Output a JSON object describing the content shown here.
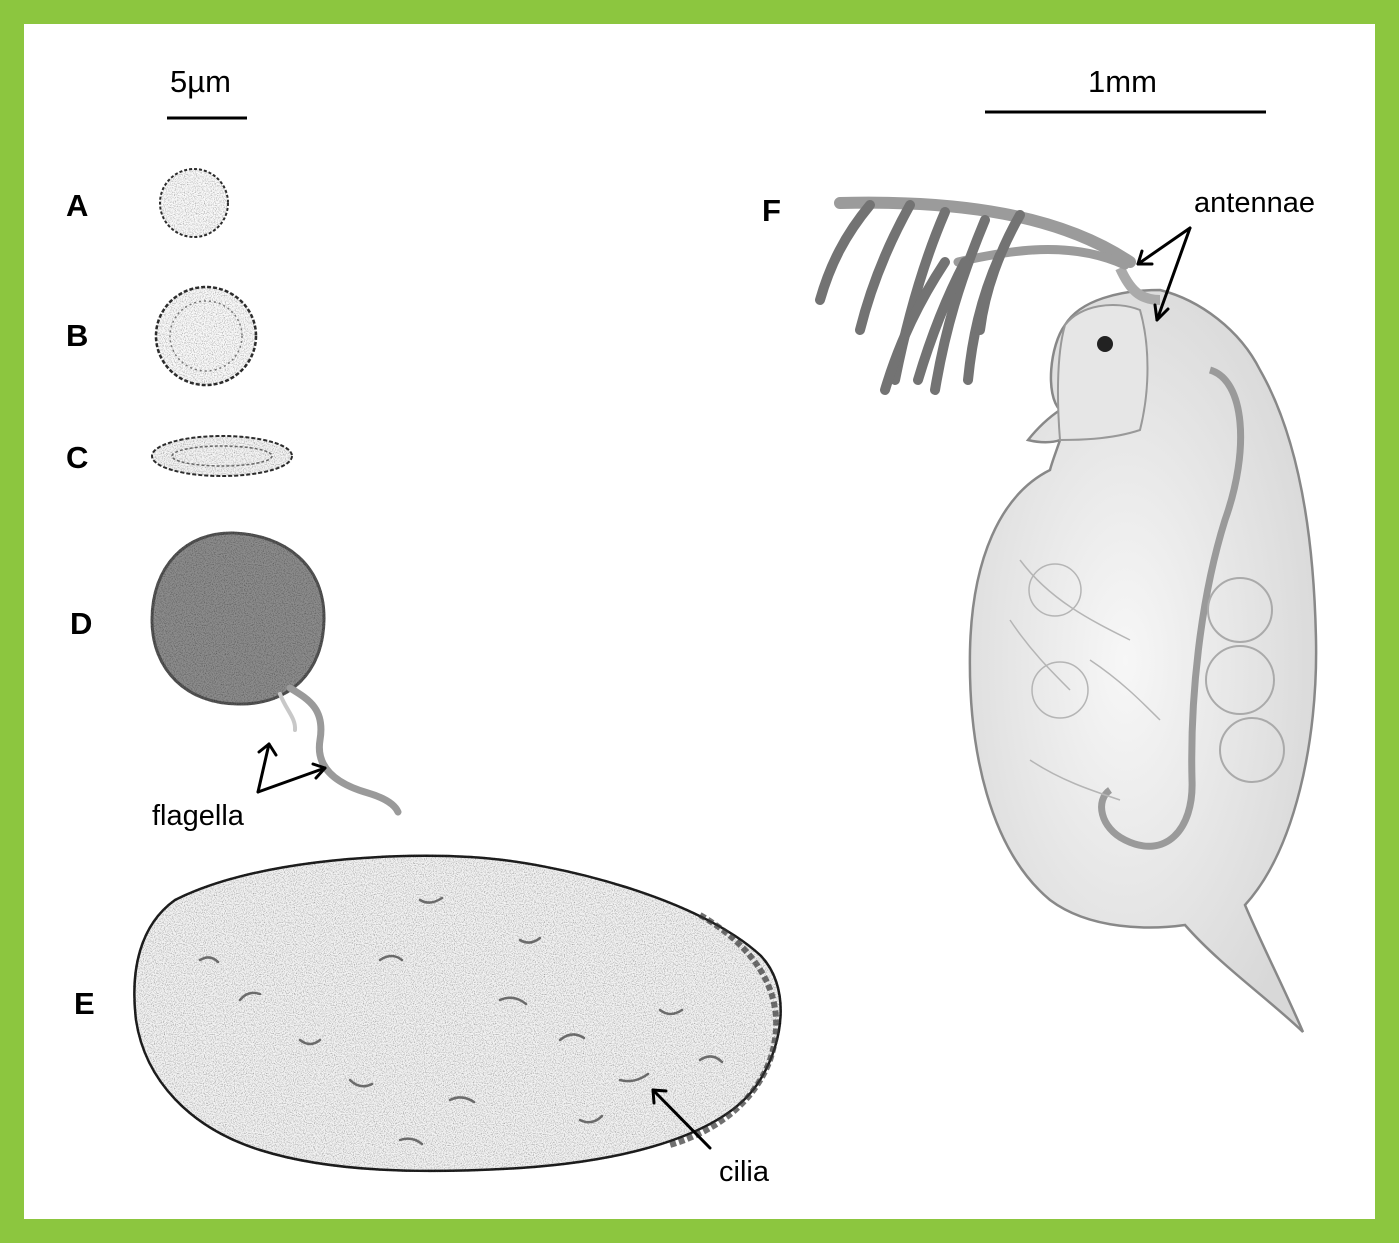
{
  "figure": {
    "border_color": "#8cc63f",
    "scale_small": "5µm",
    "scale_large": "1mm",
    "panels": {
      "A": "A",
      "B": "B",
      "C": "C",
      "D": "D",
      "E": "E",
      "F": "F"
    },
    "annotations": {
      "flagella": "flagella",
      "cilia": "cilia",
      "antennae": "antennae"
    }
  }
}
